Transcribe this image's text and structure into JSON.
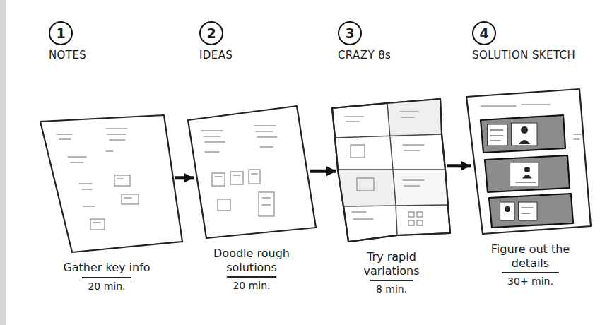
{
  "diagram": {
    "nodes": [
      {
        "text": [
          "1",
          "NOTES",
          "Gather key info",
          "20 min."
        ]
      },
      {
        "text": [
          "2",
          "IDEAS",
          "Doodle rough solutions",
          "20 min."
        ]
      },
      {
        "text": [
          "3",
          "CRAZY 8s",
          "Try rapid variations",
          "8 min."
        ]
      },
      {
        "text": [
          "4",
          "SOLUTION SKETCH",
          "Figure out the details",
          "30+ min."
        ]
      }
    ],
    "edges": [
      {
        "from": 0,
        "to": 1,
        "arrow": "to"
      },
      {
        "from": 1,
        "to": 2,
        "arrow": "to"
      },
      {
        "from": 2,
        "to": 3,
        "arrow": "to"
      }
    ]
  }
}
